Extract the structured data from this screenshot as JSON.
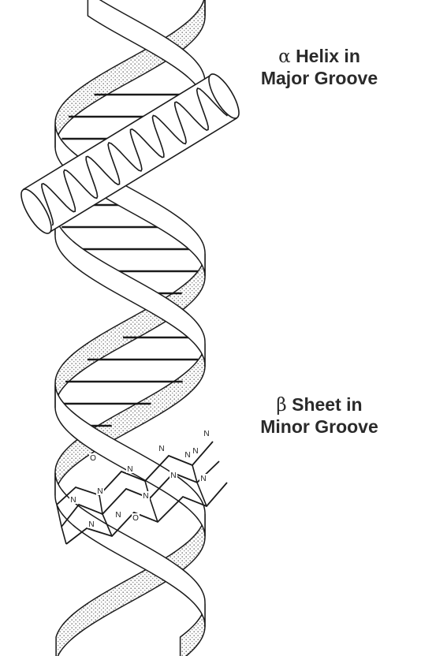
{
  "labels": {
    "alpha_symbol": "α",
    "alpha_line1": "Helix in",
    "alpha_line2": "Major Groove",
    "beta_symbol": "β",
    "beta_line1": "Sheet in",
    "beta_line2": "Minor Groove"
  },
  "sheet_atoms": [
    "N",
    "N",
    "N",
    "N",
    "N",
    "N",
    "N",
    "N",
    "N",
    "N",
    "N",
    "N",
    "O",
    "O"
  ],
  "colors": {
    "ink": "#1a1a1a",
    "ribbon": "#ffffff",
    "groove_shade": "#a9a9a9",
    "background": "#ffffff"
  }
}
